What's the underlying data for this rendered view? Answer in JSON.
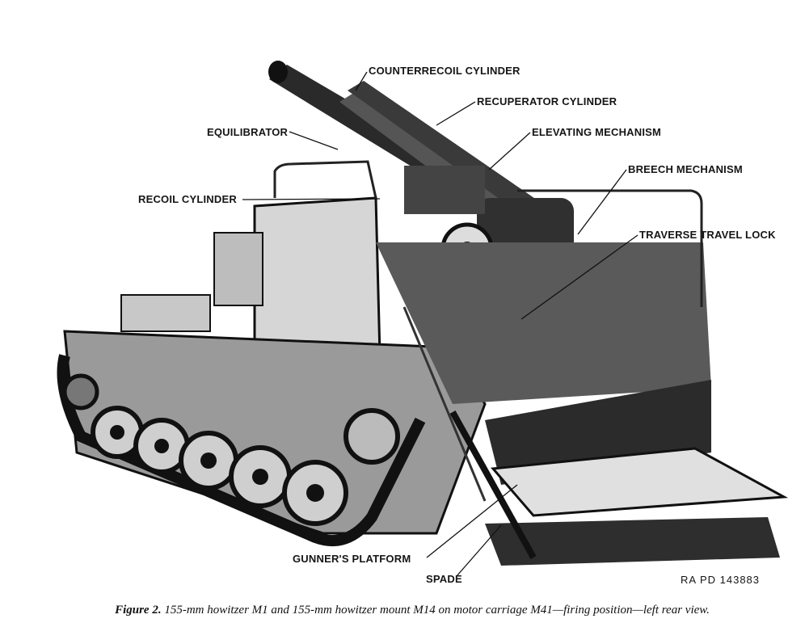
{
  "figure": {
    "labels": {
      "counterrecoil_cylinder": "COUNTERRECOIL CYLINDER",
      "recuperator_cylinder": "RECUPERATOR CYLINDER",
      "equilibrator": "EQUILIBRATOR",
      "elevating_mechanism": "ELEVATING MECHANISM",
      "breech_mechanism": "BREECH MECHANISM",
      "recoil_cylinder": "RECOIL CYLINDER",
      "traverse_travel_lock": "TRAVERSE TRAVEL LOCK",
      "gunners_platform": "GUNNER'S PLATFORM",
      "spade": "SPADE"
    },
    "reference_code": "RA PD 143883"
  },
  "caption": {
    "figure_number": "Figure 2.",
    "text": "155-mm howitzer M1 and 155-mm howitzer mount M14 on motor carriage M41—firing position—left rear view."
  }
}
